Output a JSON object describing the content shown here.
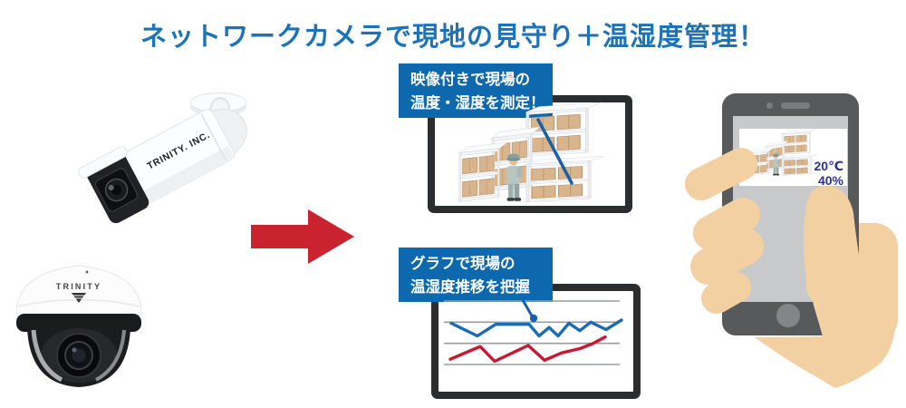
{
  "title": "ネットワークカメラで現地の見守り＋温湿度管理！",
  "colors": {
    "title_blue": "#1b73b9",
    "callout_blue": "#0e68ae",
    "arrow_red": "#c8232e",
    "chart_blue": "#1a6cb4",
    "chart_red": "#c9182f",
    "gridline_gray": "#9a9da0",
    "leader_blue": "#1a5fa8",
    "monitor_frame": "#2c2d2f",
    "phone_body": "#58595b",
    "phone_screen": "#c8c9cb",
    "hand_skin": "#f3d0a1",
    "phone_readout_navy": "#2e3192",
    "box_tan": "#d9b58d",
    "worker_uniform": "#b7c6c3"
  },
  "cameras": {
    "bullet_label": "TRINITY. INC.",
    "dome_label": "TRINITY"
  },
  "callouts": {
    "video": {
      "line1": "映像付きで現場の",
      "line2": "温度・湿度を測定！"
    },
    "graph": {
      "line1": "グラフで現場の",
      "line2": "温湿度推移を把握"
    }
  },
  "phone": {
    "temperature": "20℃",
    "humidity": "40%"
  },
  "icons": {
    "flow_arrow": "right-arrow",
    "callout_pointer": "leader-line-with-dot"
  },
  "chart_data": {
    "type": "line",
    "title": "",
    "xlabel": "",
    "ylabel": "",
    "legend": false,
    "grid": true,
    "gridlines": {
      "horizontal_count": 4,
      "values": [
        80,
        60,
        40,
        20
      ]
    },
    "ylim": [
      15,
      85
    ],
    "note": "Unlabeled temperature/humidity trend chart shown on monitor; values estimated on a 0-100 relative scale",
    "series": [
      {
        "name": "humidity-trend-blue",
        "color": "#1a6cb4",
        "x_frac": [
          0.031,
          0.18,
          0.284,
          0.474,
          0.531,
          0.588,
          0.639,
          0.701,
          0.763,
          0.825,
          0.912,
          1.0
        ],
        "values": [
          59,
          47,
          58,
          58,
          47,
          55,
          47,
          59,
          52,
          60,
          53,
          62
        ]
      },
      {
        "name": "temperature-trend-red",
        "color": "#c9182f",
        "x_frac": [
          0.026,
          0.196,
          0.278,
          0.469,
          0.562,
          0.66,
          0.763,
          0.84,
          0.907
        ],
        "values": [
          25,
          37,
          23,
          38,
          24,
          31,
          35,
          40,
          46
        ]
      }
    ]
  }
}
